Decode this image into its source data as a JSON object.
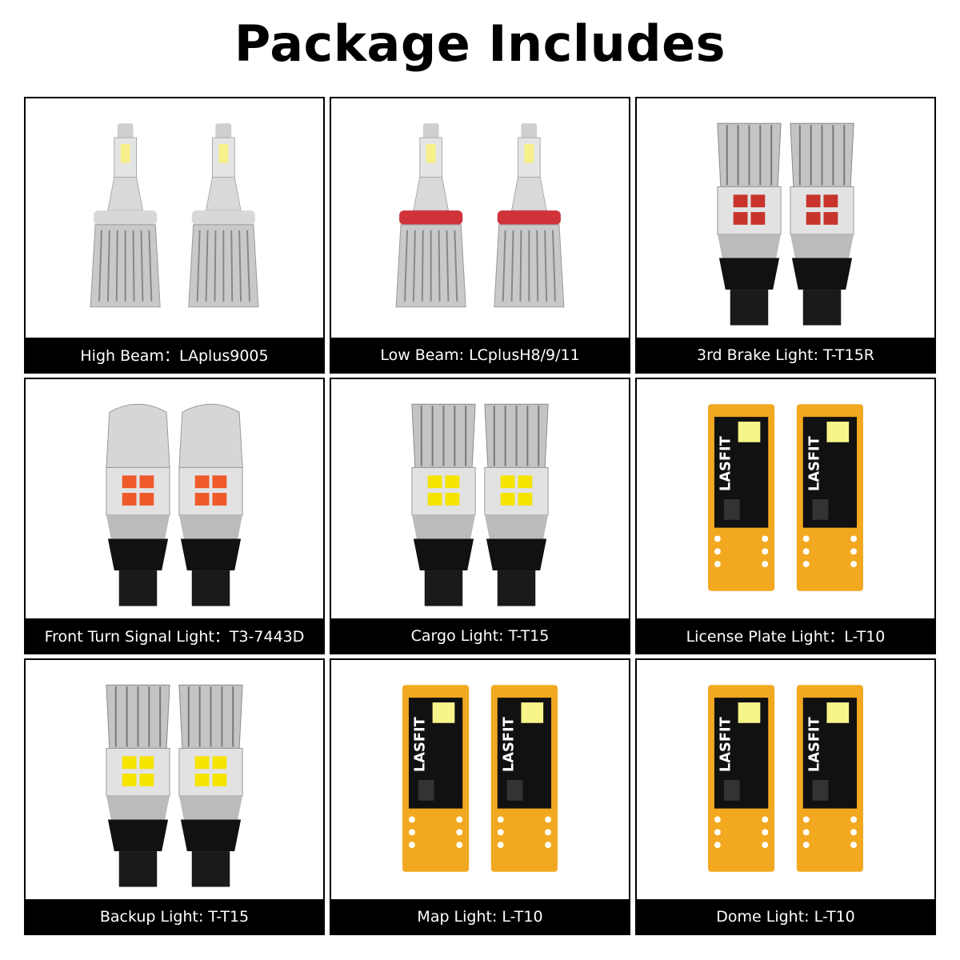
{
  "title": "Package Includes",
  "brand_logo_text": "LASFIT",
  "items": [
    {
      "label": "High Beam：LAplus9005",
      "product": "headlight-bulb",
      "collar": "#d8d8d8"
    },
    {
      "label": "Low Beam: LCplusH8/9/11",
      "product": "headlight-bulb",
      "collar": "#d0323a"
    },
    {
      "label": "3rd Brake Light: T-T15R",
      "product": "wedge-bulb",
      "led": "#c8342c",
      "cap": "silver"
    },
    {
      "label": "Front Turn Signal Light：T3-7443D",
      "product": "wedge-bulb",
      "led": "#ef5a2a",
      "cap": "round"
    },
    {
      "label": "Cargo Light: T-T15",
      "product": "wedge-bulb",
      "led": "#f5e400",
      "cap": "silver"
    },
    {
      "label": "License Plate Light：L-T10",
      "product": "pcb-bulb"
    },
    {
      "label": "Backup Light: T-T15",
      "product": "wedge-bulb",
      "led": "#f5e400",
      "cap": "silver"
    },
    {
      "label": "Map Light: L-T10",
      "product": "pcb-bulb"
    },
    {
      "label": "Dome Light: L-T10",
      "product": "pcb-bulb"
    }
  ]
}
